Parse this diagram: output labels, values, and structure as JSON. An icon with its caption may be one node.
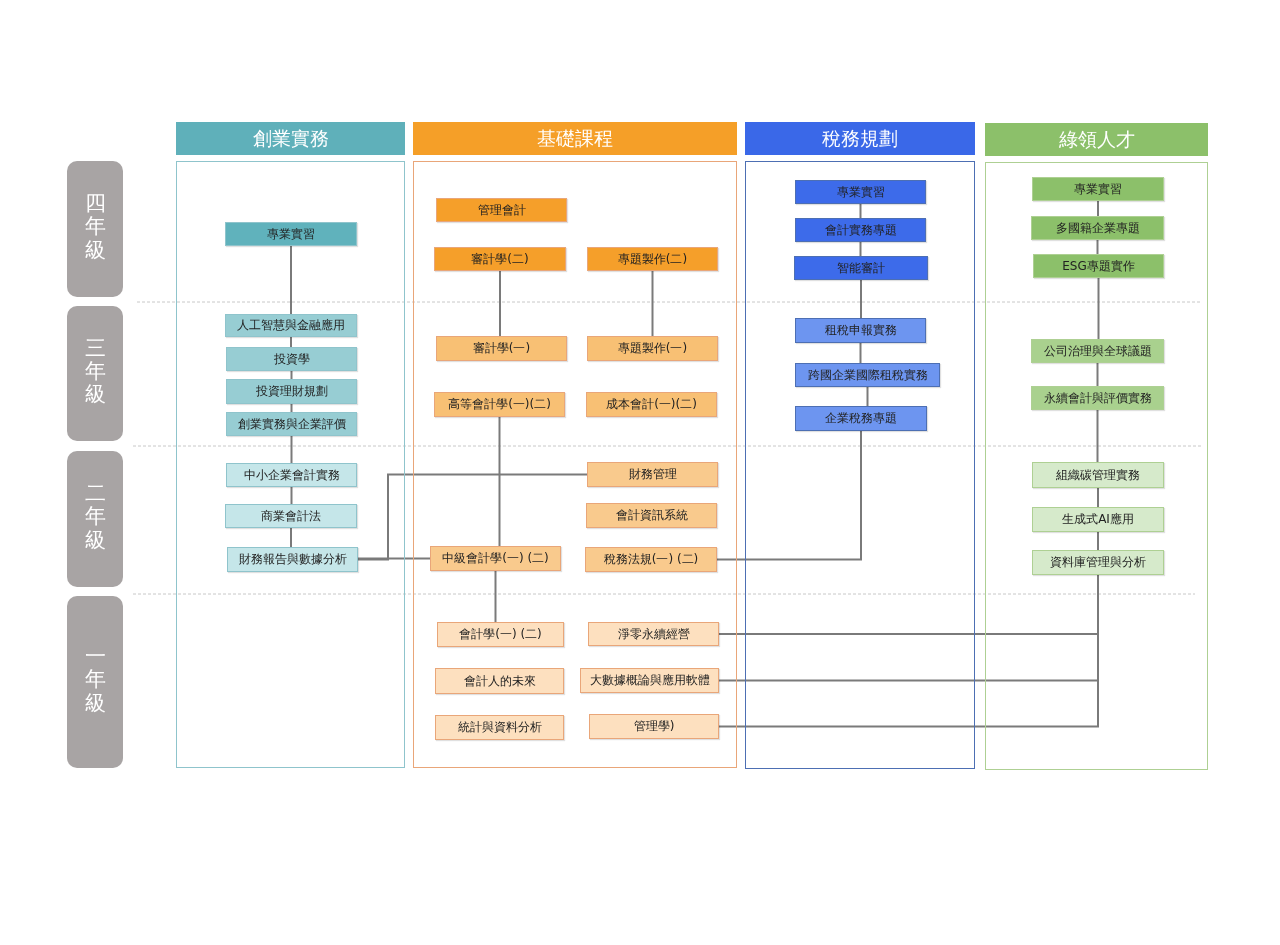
{
  "diagram": {
    "nodes": [
      {
        "text": [
          "四年級"
        ]
      },
      {
        "text": [
          "三年級"
        ]
      },
      {
        "text": [
          "二年級"
        ]
      },
      {
        "text": [
          "一年級"
        ]
      },
      {
        "text": [
          "創業實務"
        ]
      },
      {
        "text": [
          "基礎課程"
        ]
      },
      {
        "text": [
          "稅務規劃"
        ]
      },
      {
        "text": [
          "綠領人才"
        ]
      },
      {
        "text": [
          "專業實習"
        ],
        "in": 4
      },
      {
        "text": [
          "人工智慧與金融應用"
        ],
        "in": 4
      },
      {
        "text": [
          "投資學"
        ],
        "in": 4
      },
      {
        "text": [
          "投資理財規劃"
        ],
        "in": 4
      },
      {
        "text": [
          "創業實務與企業評價"
        ],
        "in": 4
      },
      {
        "text": [
          "中小企業會計實務"
        ],
        "in": 4
      },
      {
        "text": [
          "商業會計法"
        ],
        "in": 4
      },
      {
        "text": [
          "財務報告與數據分析"
        ],
        "in": 4
      },
      {
        "text": [
          "管理會計"
        ],
        "in": 5
      },
      {
        "text": [
          "審計學(二)"
        ],
        "in": 5
      },
      {
        "text": [
          "專題製作(二)"
        ],
        "in": 5
      },
      {
        "text": [
          "審計學(一)"
        ],
        "in": 5
      },
      {
        "text": [
          "專題製作(一)"
        ],
        "in": 5
      },
      {
        "text": [
          "高等會計學(一)(二)"
        ],
        "in": 5
      },
      {
        "text": [
          "成本會計(一)(二)"
        ],
        "in": 5
      },
      {
        "text": [
          "財務管理"
        ],
        "in": 5
      },
      {
        "text": [
          "會計資訊系統"
        ],
        "in": 5
      },
      {
        "text": [
          "中級會計學(一) (二)"
        ],
        "in": 5
      },
      {
        "text": [
          "稅務法規(一) (二)"
        ],
        "in": 5
      },
      {
        "text": [
          "會計學(一) (二)"
        ],
        "in": 5
      },
      {
        "text": [
          "淨零永續經營"
        ],
        "in": 5
      },
      {
        "text": [
          "會計人的未來"
        ],
        "in": 5
      },
      {
        "text": [
          "大數據概論與應用軟體"
        ],
        "in": 5
      },
      {
        "text": [
          "統計與資料分析"
        ],
        "in": 5
      },
      {
        "text": [
          "管理學)"
        ],
        "in": 5
      },
      {
        "text": [
          "專業實習"
        ],
        "in": 6
      },
      {
        "text": [
          "會計實務專題"
        ],
        "in": 6
      },
      {
        "text": [
          "智能審計"
        ],
        "in": 6
      },
      {
        "text": [
          "租稅申報實務"
        ],
        "in": 6
      },
      {
        "text": [
          "跨國企業國際租稅實務"
        ],
        "in": 6
      },
      {
        "text": [
          "企業稅務專題"
        ],
        "in": 6
      },
      {
        "text": [
          "專業實習"
        ],
        "in": 7
      },
      {
        "text": [
          "多國籍企業專題"
        ],
        "in": 7
      },
      {
        "text": [
          "ESG專題實作"
        ],
        "in": 7
      },
      {
        "text": [
          "公司治理與全球議題"
        ],
        "in": 7
      },
      {
        "text": [
          "永續會計與評價實務"
        ],
        "in": 7
      },
      {
        "text": [
          "組織碳管理實務"
        ],
        "in": 7
      },
      {
        "text": [
          "生成式AI應用"
        ],
        "in": 7
      },
      {
        "text": [
          "資料庫管理與分析"
        ],
        "in": 7
      }
    ],
    "edges": [
      {
        "from": 8,
        "to": 9,
        "arrow": "none"
      },
      {
        "from": 9,
        "to": 10,
        "arrow": "none"
      },
      {
        "from": 10,
        "to": 11,
        "arrow": "none"
      },
      {
        "from": 11,
        "to": 12,
        "arrow": "none"
      },
      {
        "from": 12,
        "to": 13,
        "arrow": "none"
      },
      {
        "from": 13,
        "to": 14,
        "arrow": "none"
      },
      {
        "from": 14,
        "to": 15,
        "arrow": "none"
      },
      {
        "from": 15,
        "to": 25,
        "arrow": "none"
      },
      {
        "from": 15,
        "to": 23,
        "arrow": "none"
      },
      {
        "from": 17,
        "to": 19,
        "arrow": "none"
      },
      {
        "from": 18,
        "to": 20,
        "arrow": "none"
      },
      {
        "from": 21,
        "to": 25,
        "arrow": "none"
      },
      {
        "from": 25,
        "to": 27,
        "arrow": "none"
      },
      {
        "from": 26,
        "to": 38,
        "arrow": "none"
      },
      {
        "from": 33,
        "to": 34,
        "arrow": "none"
      },
      {
        "from": 34,
        "to": 35,
        "arrow": "none"
      },
      {
        "from": 35,
        "to": 36,
        "arrow": "none"
      },
      {
        "from": 36,
        "to": 37,
        "arrow": "none"
      },
      {
        "from": 37,
        "to": 38,
        "arrow": "none"
      },
      {
        "from": 39,
        "to": 40,
        "arrow": "none"
      },
      {
        "from": 40,
        "to": 41,
        "arrow": "none"
      },
      {
        "from": 41,
        "to": 42,
        "arrow": "none"
      },
      {
        "from": 42,
        "to": 43,
        "arrow": "none"
      },
      {
        "from": 43,
        "to": 44,
        "arrow": "none"
      },
      {
        "from": 44,
        "to": 45,
        "arrow": "none"
      },
      {
        "from": 45,
        "to": 46,
        "arrow": "none"
      },
      {
        "from": 46,
        "to": 28,
        "arrow": "none"
      },
      {
        "from": 46,
        "to": 30,
        "arrow": "none"
      },
      {
        "from": 46,
        "to": 32,
        "arrow": "none"
      }
    ]
  }
}
